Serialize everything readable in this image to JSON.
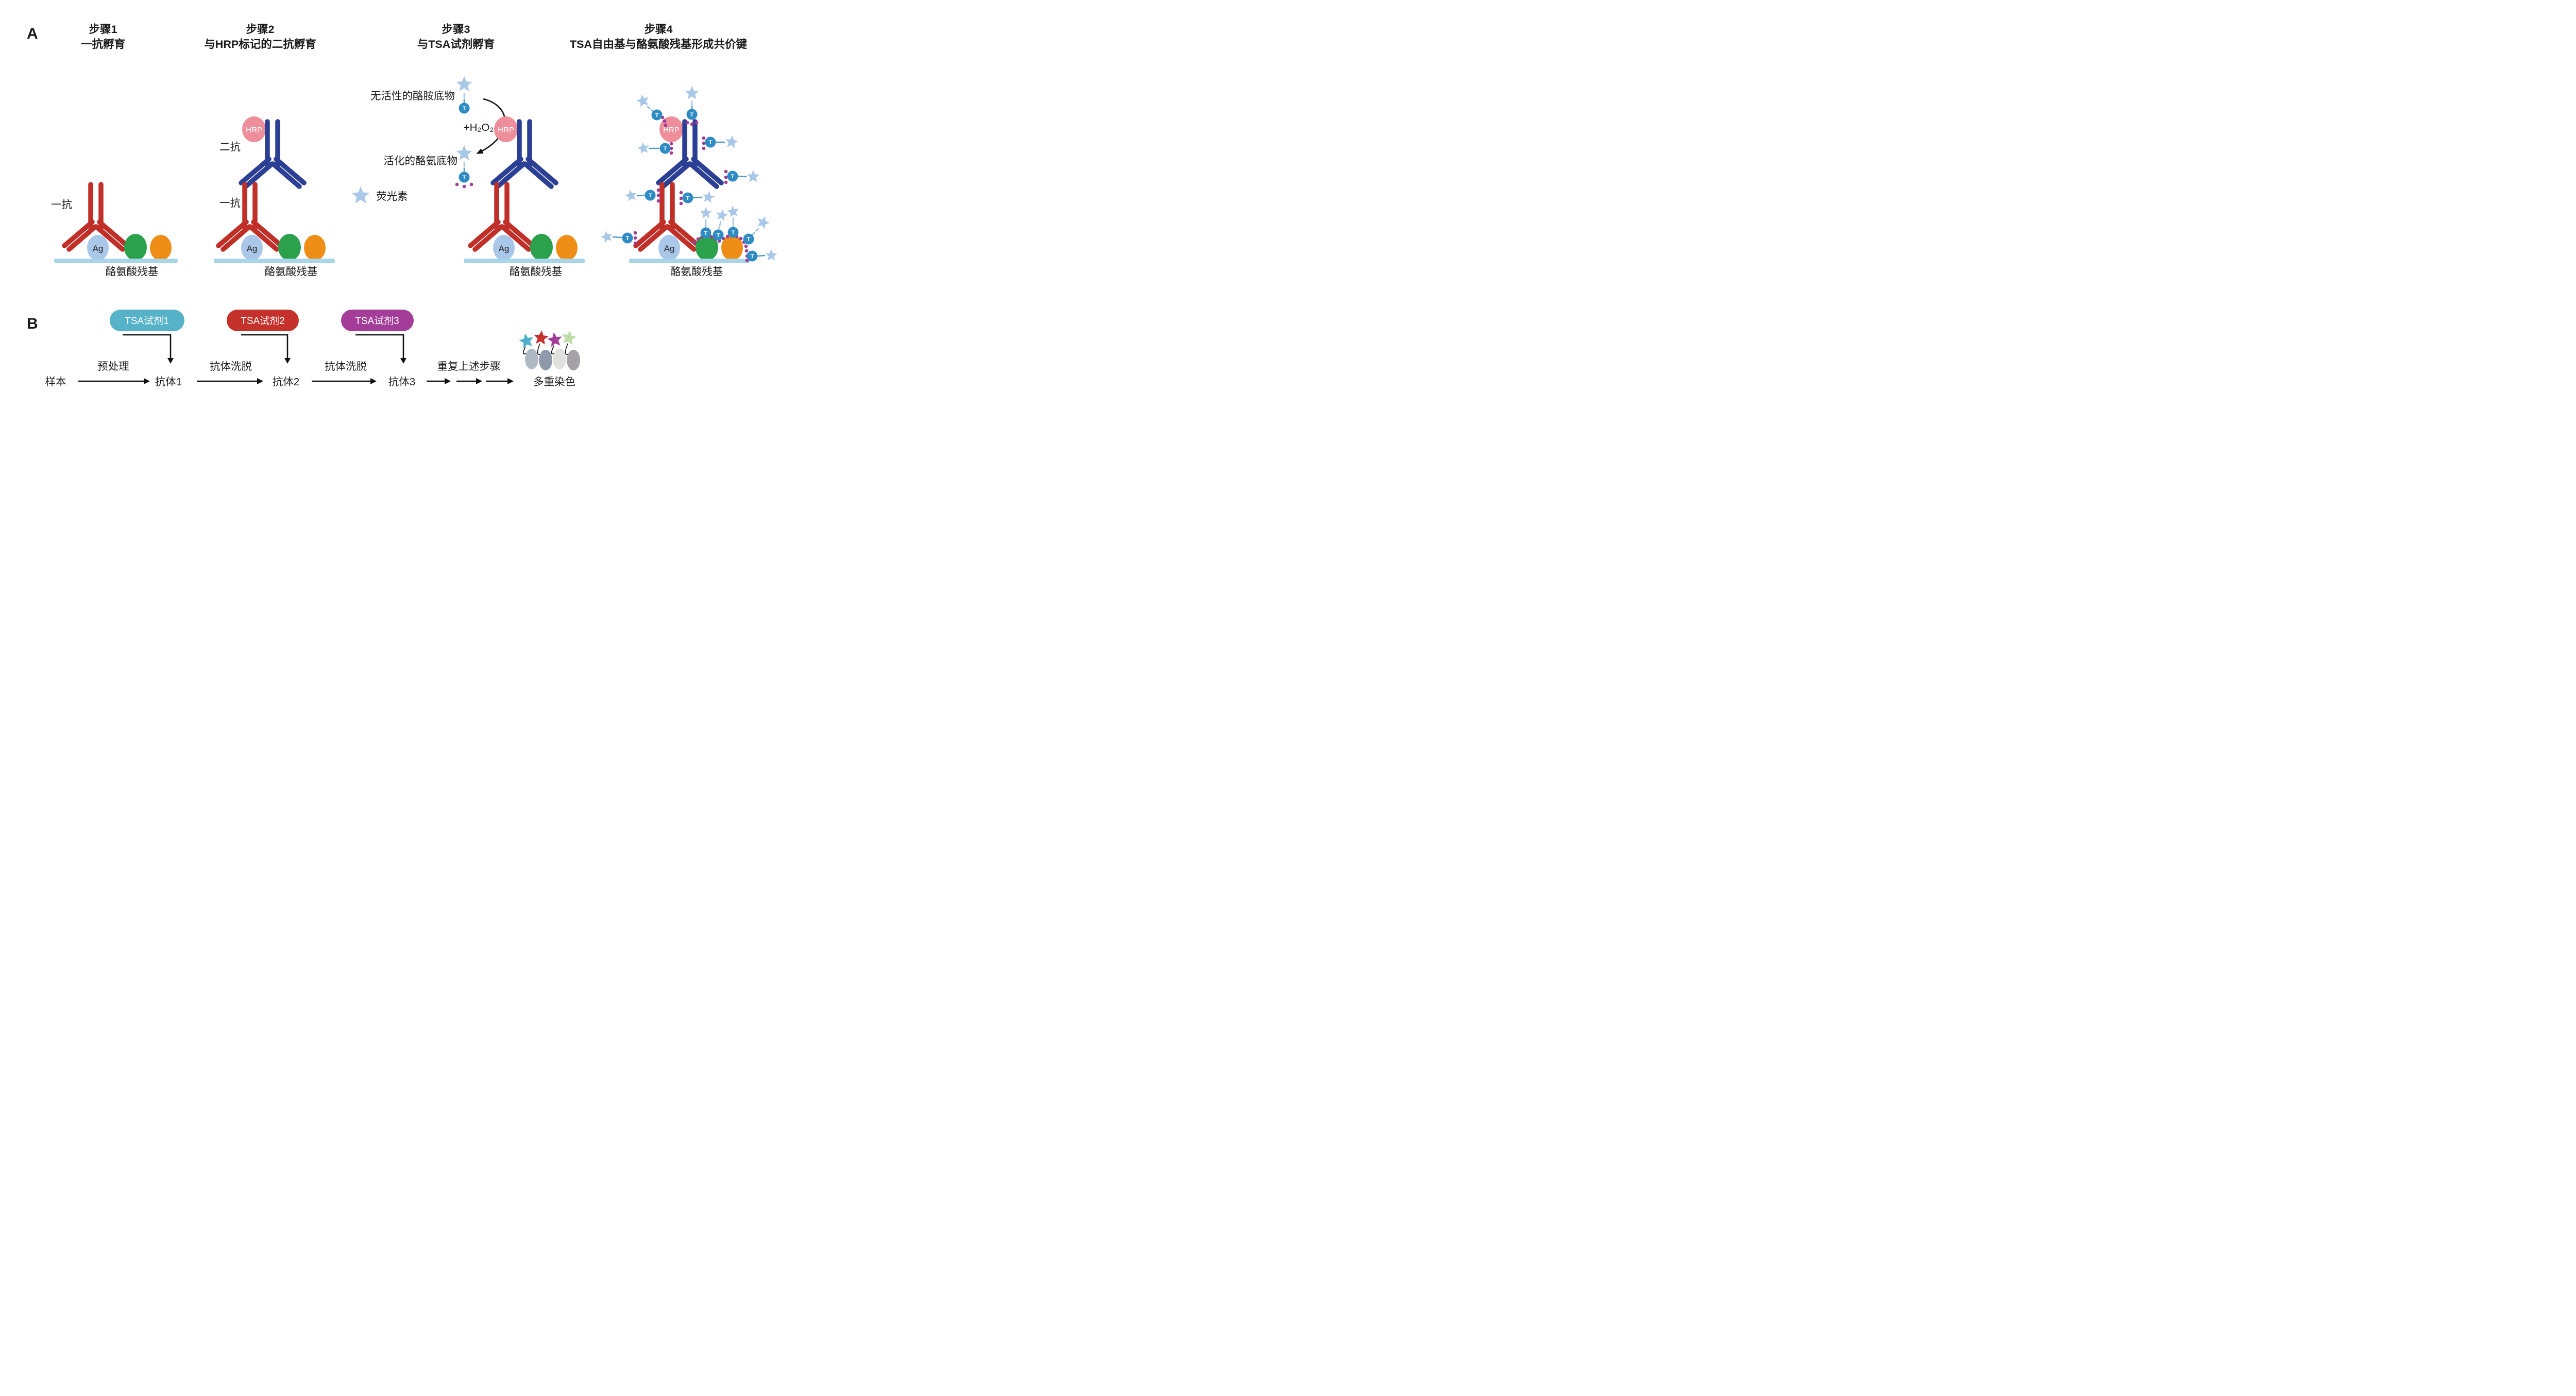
{
  "figure": {
    "panel_a": {
      "label": "A",
      "steps": [
        {
          "title_line1": "步骤1",
          "title_line2": "一抗孵育"
        },
        {
          "title_line1": "步骤2",
          "title_line2": "与HRP标记的二抗孵育"
        },
        {
          "title_line1": "步骤3",
          "title_line2": "与TSA试剂孵育"
        },
        {
          "title_line1": "步骤4",
          "title_line2": "TSA自由基与酪氨酸残基形成共价键"
        }
      ],
      "labels": {
        "primary_antibody": "一抗",
        "secondary_antibody": "二抗",
        "hrp": "HRP",
        "antigen": "Ag",
        "tyrosine_residues": "酪氨酸残基",
        "inactive_substrate": "无活性的酪胺底物",
        "h2o2": "+H₂O₂",
        "activated_substrate": "活化的酪氨底物",
        "fluorophore": "荧光素",
        "tyramide": "T"
      }
    },
    "panel_b": {
      "label": "B",
      "reagents": [
        {
          "label": "TSA试剂1",
          "color": "#55B2C8"
        },
        {
          "label": "TSA试剂2",
          "color": "#C5312B"
        },
        {
          "label": "TSA试剂3",
          "color": "#A33D99"
        }
      ],
      "flow": {
        "sample": "样本",
        "pretreat": "预处理",
        "antibody1": "抗体1",
        "elution1": "抗体洗脱",
        "antibody2": "抗体2",
        "elution2": "抗体洗脱",
        "antibody3": "抗体3",
        "repeat": "重复上述步骤",
        "multiplex": "多重染色"
      },
      "multiplex_star_colors": [
        "#4FB0CE",
        "#C5312B",
        "#A33D99",
        "#BDDBA6"
      ],
      "cell_colors": [
        "#AFB9C4",
        "#8E9AAC",
        "#E0E1DC",
        "#A6A0A9"
      ]
    },
    "colors": {
      "primary_antibody": "#C02F28",
      "secondary_antibody": "#2B3F94",
      "hrp": "#EF8E9B",
      "antigen": "#A9C7E8",
      "cell_green": "#2BA14C",
      "cell_orange": "#EE8E17",
      "surface": "#A9D5E8",
      "fluorophore_star": "#A9C7E6",
      "tyramide_circle": "#2E8BC4",
      "radical_dot": "#9D3D97",
      "text": "#1a1a1a"
    }
  }
}
